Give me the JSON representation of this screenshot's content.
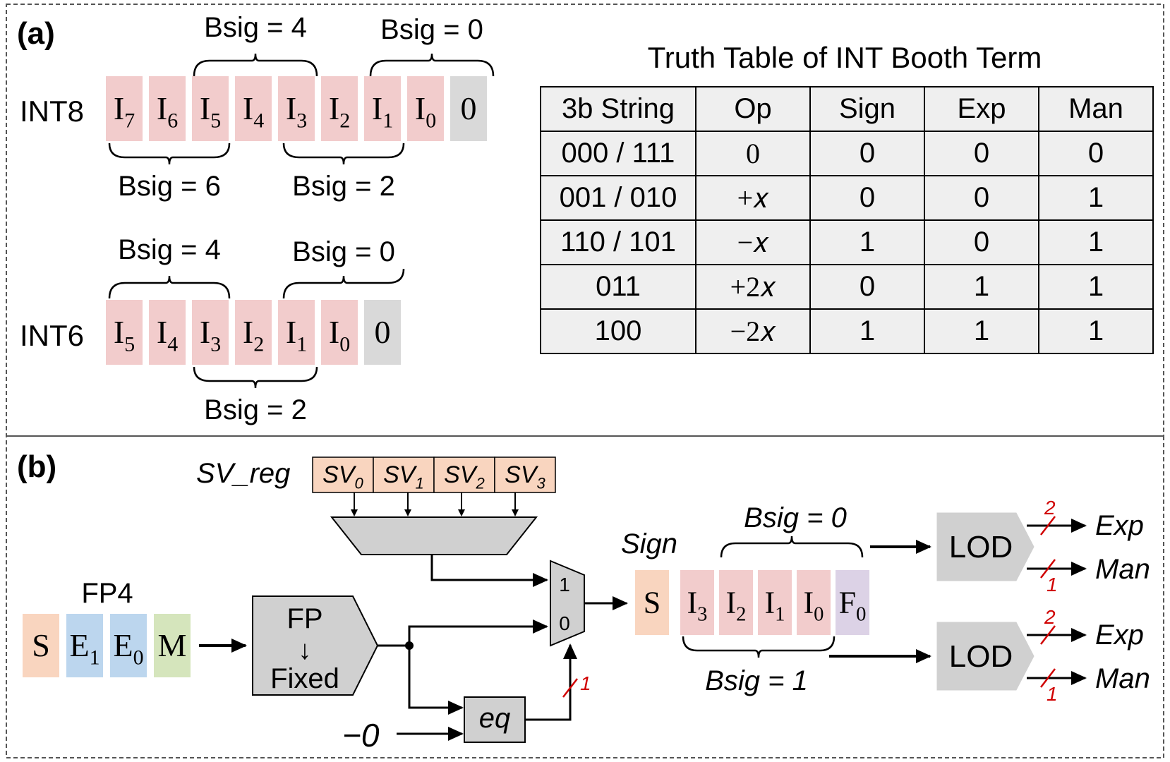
{
  "panel_a": {
    "label": "(a)",
    "int8": {
      "name": "INT8",
      "bits": [
        {
          "main": "I",
          "sub": "7"
        },
        {
          "main": "I",
          "sub": "6"
        },
        {
          "main": "I",
          "sub": "5"
        },
        {
          "main": "I",
          "sub": "4"
        },
        {
          "main": "I",
          "sub": "3"
        },
        {
          "main": "I",
          "sub": "2"
        },
        {
          "main": "I",
          "sub": "1"
        },
        {
          "main": "I",
          "sub": "0"
        },
        {
          "main": "0",
          "sub": ""
        }
      ],
      "bsig_top_left": "Bsig = 4",
      "bsig_top_right": "Bsig = 0",
      "bsig_bottom_left": "Bsig = 6",
      "bsig_bottom_right": "Bsig = 2"
    },
    "int6": {
      "name": "INT6",
      "bits": [
        {
          "main": "I",
          "sub": "5"
        },
        {
          "main": "I",
          "sub": "4"
        },
        {
          "main": "I",
          "sub": "3"
        },
        {
          "main": "I",
          "sub": "2"
        },
        {
          "main": "I",
          "sub": "1"
        },
        {
          "main": "I",
          "sub": "0"
        },
        {
          "main": "0",
          "sub": ""
        }
      ],
      "bsig_top_left": "Bsig = 4",
      "bsig_top_right": "Bsig = 0",
      "bsig_bottom": "Bsig = 2"
    },
    "truth_table": {
      "title": "Truth Table of INT Booth Term",
      "headers": [
        "3b String",
        "Op",
        "Sign",
        "Exp",
        "Man"
      ],
      "rows": [
        [
          "000 / 111",
          "0",
          "0",
          "0",
          "0"
        ],
        [
          "001 / 010",
          "+𝑥",
          "0",
          "0",
          "1"
        ],
        [
          "110 / 101",
          "−𝑥",
          "1",
          "0",
          "1"
        ],
        [
          "011",
          "+2𝑥",
          "0",
          "1",
          "1"
        ],
        [
          "100",
          "−2𝑥",
          "1",
          "1",
          "1"
        ]
      ]
    }
  },
  "panel_b": {
    "label": "(b)",
    "sv_reg": {
      "name": "SV_reg",
      "cells": [
        {
          "main": "SV",
          "sub": "0"
        },
        {
          "main": "SV",
          "sub": "1"
        },
        {
          "main": "SV",
          "sub": "2"
        },
        {
          "main": "SV",
          "sub": "3"
        }
      ]
    },
    "fp4": {
      "name": "FP4",
      "cells": [
        {
          "main": "S",
          "sub": "",
          "color": "#f9d5bf"
        },
        {
          "main": "E",
          "sub": "1",
          "color": "#bcd6ee"
        },
        {
          "main": "E",
          "sub": "0",
          "color": "#bcd6ee"
        },
        {
          "main": "M",
          "sub": "",
          "color": "#d5e5bc"
        }
      ]
    },
    "converter": {
      "line1": "FP",
      "arrow": "↓",
      "line2": "Fixed"
    },
    "mux": {
      "in1": "1",
      "in0": "0"
    },
    "eq": {
      "label": "eq",
      "neg_zero": "−0",
      "bus_width": "1"
    },
    "sign_label": "Sign",
    "output_cells": [
      {
        "main": "S",
        "sub": "",
        "color": "#f9d5bf"
      },
      {
        "main": "I",
        "sub": "3",
        "color": "#f2cccc"
      },
      {
        "main": "I",
        "sub": "2",
        "color": "#f2cccc"
      },
      {
        "main": "I",
        "sub": "1",
        "color": "#f2cccc"
      },
      {
        "main": "I",
        "sub": "0",
        "color": "#f2cccc"
      },
      {
        "main": "F",
        "sub": "0",
        "color": "#dcd2e6"
      }
    ],
    "bsig_top": "Bsig = 0",
    "bsig_bottom": "Bsig = 1",
    "lod_top": {
      "label": "LOD",
      "exp": "Exp",
      "exp_width": "2",
      "man": "Man",
      "man_width": "1"
    },
    "lod_bottom": {
      "label": "LOD",
      "exp": "Exp",
      "exp_width": "2",
      "man": "Man",
      "man_width": "1"
    }
  },
  "colors": {
    "int_bit": "#f2cccc",
    "zero_bit": "#d9d9d9",
    "sign": "#f9d5bf",
    "exp": "#bcd6ee",
    "man": "#d5e5bc",
    "frac": "#dcd2e6",
    "block_gray": "#d0d0d0",
    "bus_red": "#d00000"
  }
}
